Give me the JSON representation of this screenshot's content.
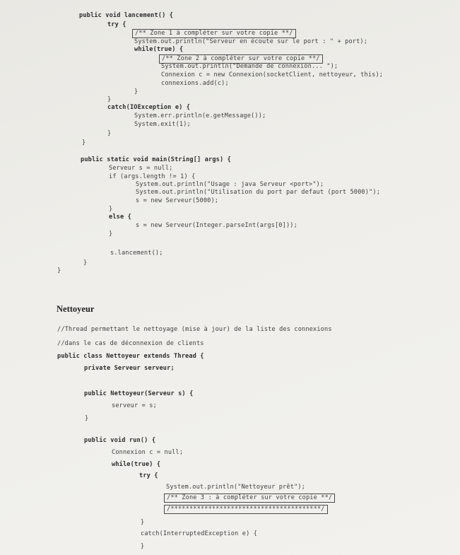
{
  "code_block_1": {
    "l01": "public void lancement() {",
    "l02": "try {",
    "l03": "/** Zone 1 à compléter sur votre copie **/",
    "l04": "System.out.println(\"Serveur en écoute sur le port : \" + port);",
    "l05": "while(true) {",
    "l06": "/** Zone 2 à compléter sur votre copie **/",
    "l07": "System.out.println(\"Demande de connexion... \");",
    "l08": "Connexion c = new Connexion(socketClient, nettoyeur, this);",
    "l09": "connexions.add(c);",
    "l10": "}",
    "l11": "}",
    "l12": "catch(IOException e) {",
    "l13": "System.err.println(e.getMessage());",
    "l14": "System.exit(1);",
    "l15": "}",
    "l16": "}",
    "l17": "public static void main(String[] args) {",
    "l18": "Serveur s = null;",
    "l19": "if (args.length != 1) {",
    "l20": "System.out.println(\"Usage : java Serveur <port>\");",
    "l21": "System.out.println(\"Utilisation du port par defaut (port 5000)\");",
    "l22": "s = new Serveur(5000);",
    "l23": "}",
    "l24": "else {",
    "l25": "s = new Serveur(Integer.parseInt(args[0]));",
    "l26": "}",
    "l27": "s.lancement();",
    "l28": "}",
    "l29": "}"
  },
  "section_heading": "Nettoyeur",
  "code_block_2": {
    "c01": "//Thread permettant le nettoyage (mise à jour) de la liste des connexions",
    "c02": "//dans le cas de déconnexion de clients",
    "c03": "public class Nettoyeur extends Thread {",
    "c04": "private Serveur serveur;",
    "c05": "public Nettoyeur(Serveur s) {",
    "c06": "serveur = s;",
    "c07": "}",
    "c08": "public void run() {",
    "c09": "Connexion c = null;",
    "c10": "while(true) {",
    "c11": "try {",
    "c12": "System.out.println(\"Nettoyeur prêt\");",
    "c13": "/** Zone 3 : à compléter sur votre copie **/",
    "c14": "/****************************************/",
    "c15": "}",
    "c16": "catch(InterruptedException e) {",
    "c17": "}"
  }
}
